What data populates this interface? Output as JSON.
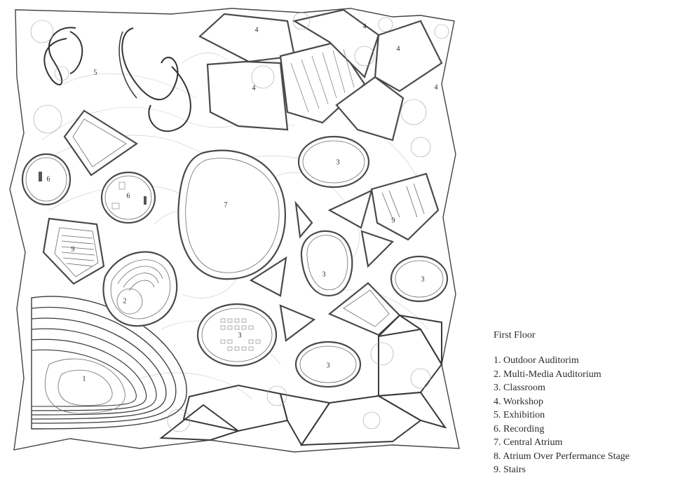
{
  "legend": {
    "title": "First Floor",
    "items": [
      "1. Outdoor Auditorim",
      "2. Multi-Media Auditorium",
      "3. Classroom",
      "4. Workshop",
      "5. Exhibition",
      "6. Recording",
      "7. Central Atrium",
      "8. Atrium Over Perfermance Stage",
      "9. Stairs"
    ]
  },
  "plan_labels": {
    "outdoor_auditorium": "1",
    "multimedia_auditorium": "2",
    "classroom_a": "3",
    "classroom_b": "3",
    "classroom_c": "3",
    "classroom_d": "3",
    "classroom_e": "3",
    "workshop_a": "4",
    "workshop_b": "4",
    "workshop_c": "4",
    "workshop_d": "4",
    "workshop_e": "4",
    "exhibition": "5",
    "recording_a": "6",
    "recording_b": "6",
    "central_atrium": "7",
    "stairs_a": "9",
    "stairs_b": "9"
  }
}
